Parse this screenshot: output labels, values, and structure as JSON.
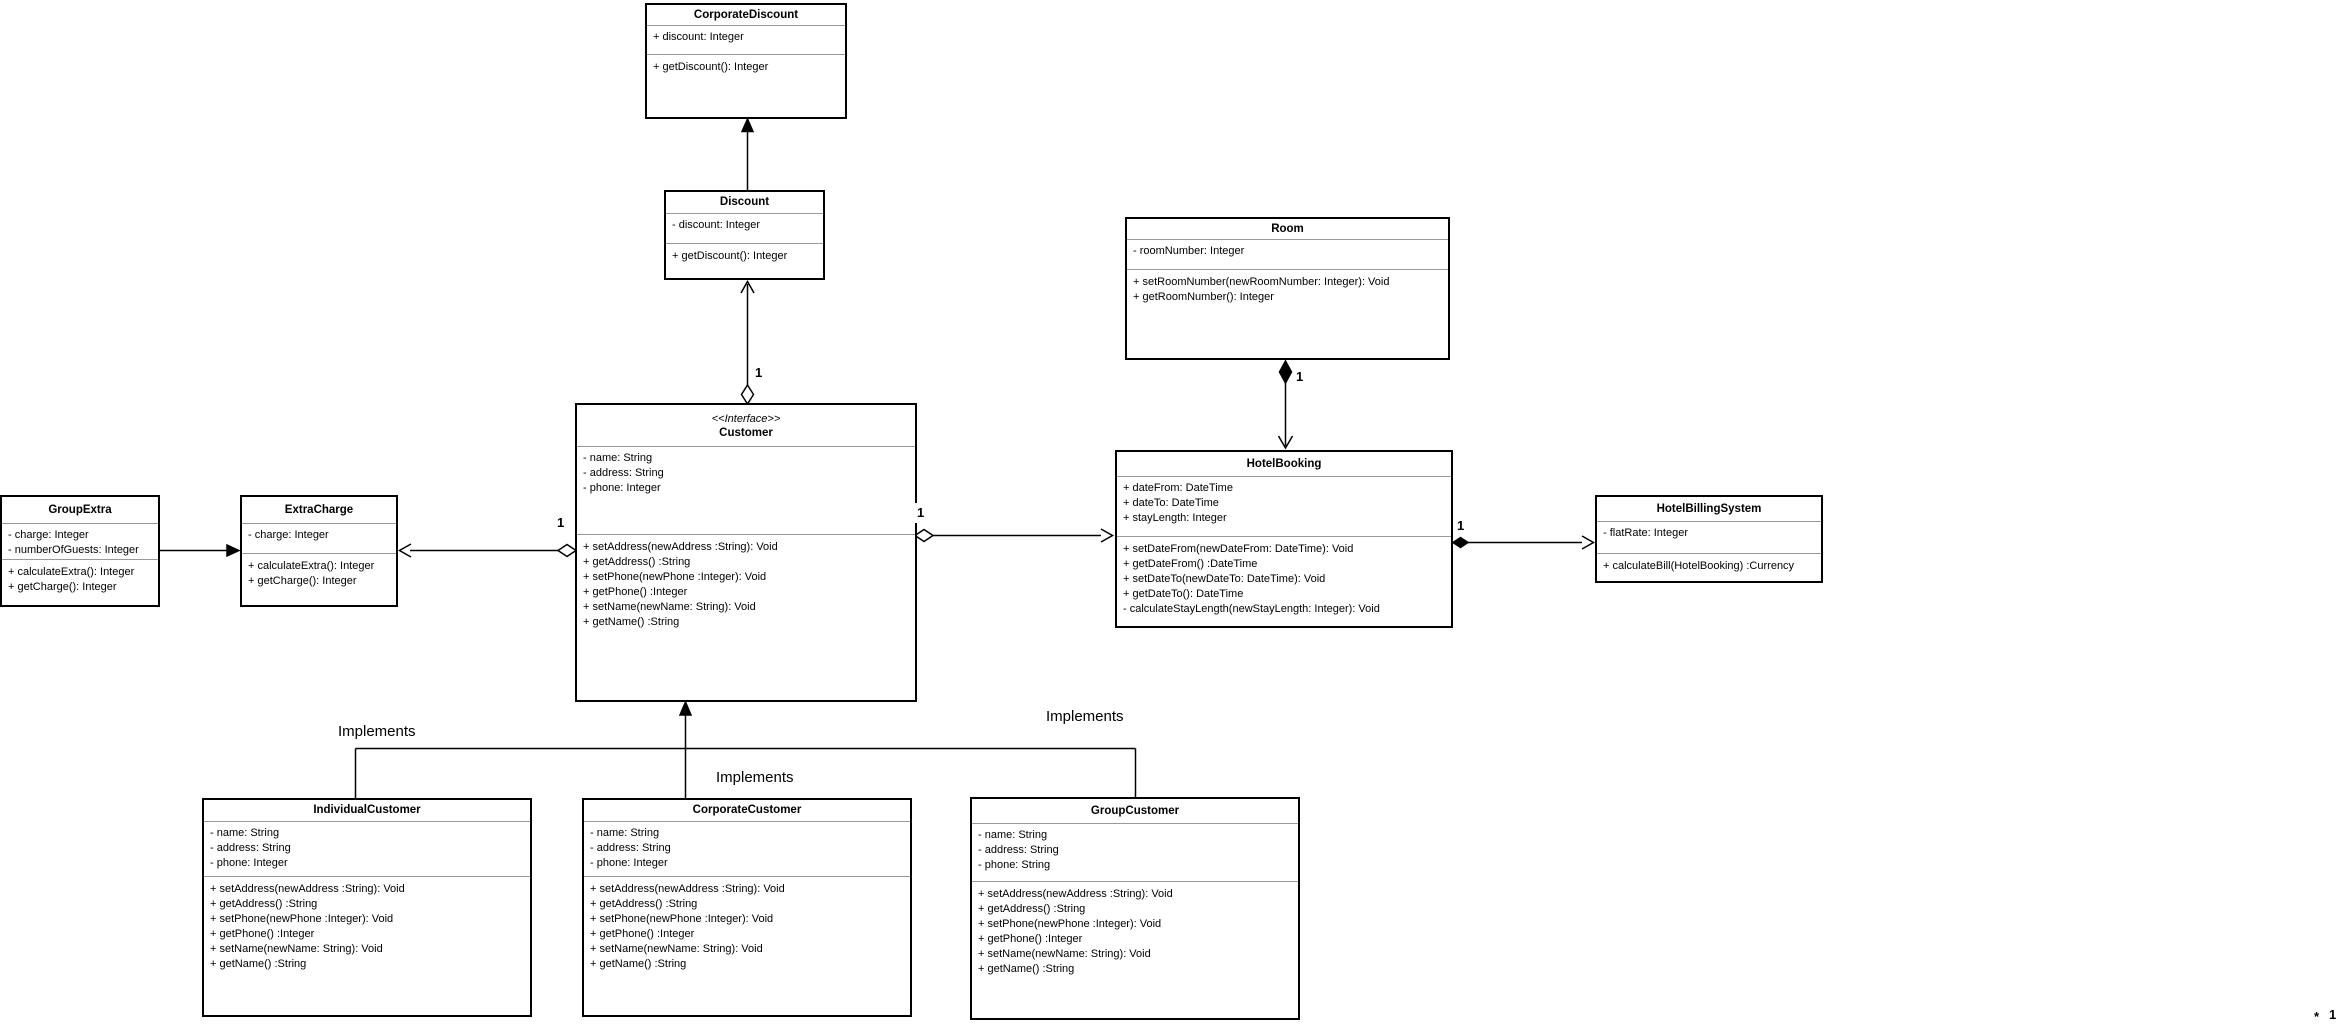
{
  "diagram": {
    "type": "uml-class-diagram",
    "colors": {
      "background": "#ffffff",
      "box_fill": "#ffffff",
      "border": "#000000",
      "separator": "#999999"
    },
    "classes": [
      {
        "id": "corporate-discount",
        "stereotype": "",
        "name": "CorporateDiscount",
        "attributes": [
          "+ discount: Integer"
        ],
        "methods": [
          "+ getDiscount(): Integer"
        ]
      },
      {
        "id": "discount",
        "stereotype": "",
        "name": "Discount",
        "attributes": [
          "- discount: Integer"
        ],
        "methods": [
          "+ getDiscount(): Integer"
        ]
      },
      {
        "id": "customer",
        "stereotype": "<<Interface>>",
        "name": "Customer",
        "attributes": [
          "- name: String",
          "- address: String",
          "- phone: Integer"
        ],
        "methods": [
          "+ setAddress(newAddress :String): Void",
          "+ getAddress() :String",
          "+ setPhone(newPhone :Integer): Void",
          "+ getPhone() :Integer",
          "+ setName(newName: String): Void",
          "+ getName() :String"
        ]
      },
      {
        "id": "room",
        "stereotype": "",
        "name": "Room",
        "attributes": [
          "- roomNumber: Integer"
        ],
        "methods": [
          "+ setRoomNumber(newRoomNumber: Integer): Void",
          "+ getRoomNumber(): Integer"
        ]
      },
      {
        "id": "hotel-booking",
        "stereotype": "",
        "name": "HotelBooking",
        "attributes": [
          "+ dateFrom: DateTime",
          "+ dateTo: DateTime",
          "+ stayLength: Integer"
        ],
        "methods": [
          "+ setDateFrom(newDateFrom: DateTime): Void",
          "+ getDateFrom() :DateTime",
          "+ setDateTo(newDateTo: DateTime): Void",
          "+ getDateTo(): DateTime",
          "- calculateStayLength(newStayLength: Integer): Void"
        ]
      },
      {
        "id": "hotel-billing-system",
        "stereotype": "",
        "name": "HotelBillingSystem",
        "attributes": [
          "- flatRate: Integer"
        ],
        "methods": [
          "+ calculateBill(HotelBooking) :Currency"
        ]
      },
      {
        "id": "group-extra",
        "stereotype": "",
        "name": "GroupExtra",
        "attributes": [
          "- charge: Integer",
          "- numberOfGuests: Integer"
        ],
        "methods": [
          "+ calculateExtra(): Integer",
          "+ getCharge(): Integer"
        ]
      },
      {
        "id": "extra-charge",
        "stereotype": "",
        "name": "ExtraCharge",
        "attributes": [
          "- charge: Integer"
        ],
        "methods": [
          "+ calculateExtra(): Integer",
          "+ getCharge(): Integer"
        ]
      },
      {
        "id": "individual-customer",
        "stereotype": "",
        "name": "IndividualCustomer",
        "attributes": [
          "- name: String",
          "- address: String",
          "- phone: Integer"
        ],
        "methods": [
          "+ setAddress(newAddress :String): Void",
          "+ getAddress() :String",
          "+ setPhone(newPhone :Integer): Void",
          "+ getPhone() :Integer",
          "+ setName(newName: String): Void",
          "+ getName() :String"
        ]
      },
      {
        "id": "corporate-customer",
        "stereotype": "",
        "name": "CorporateCustomer",
        "attributes": [
          "- name: String",
          "- address: String",
          "- phone: Integer"
        ],
        "methods": [
          "+ setAddress(newAddress :String): Void",
          "+ getAddress() :String",
          "+ setPhone(newPhone :Integer): Void",
          "+ getPhone() :Integer",
          "+ setName(newName: String): Void",
          "+ getName() :String"
        ]
      },
      {
        "id": "group-customer",
        "stereotype": "",
        "name": "GroupCustomer",
        "attributes": [
          "- name: String",
          "- address: String",
          "- phone: String"
        ],
        "methods": [
          "+ setAddress(newAddress :String): Void",
          "+ getAddress() :String",
          "+ setPhone(newPhone :Integer): Void",
          "+ getPhone() :Integer",
          "+ setName(newName: String): Void",
          "+ getName() :String"
        ]
      }
    ],
    "labels": {
      "mult_customer_discount": "1",
      "mult_customer_extracharge": "1",
      "mult_customer_hotelbooking": "1",
      "mult_room_hotelbooking": "1",
      "mult_hotelbooking_billing": "1",
      "implements_left": "Implements",
      "implements_middle": "Implements",
      "implements_right": "Implements",
      "corner_star": "*",
      "corner_one": "1"
    },
    "relationships": [
      {
        "from": "discount",
        "to": "corporate-discount",
        "kind": "generalization"
      },
      {
        "from": "customer",
        "to": "discount",
        "kind": "aggregation",
        "multiplicity": "1"
      },
      {
        "from": "customer",
        "to": "extra-charge",
        "kind": "aggregation",
        "multiplicity": "1"
      },
      {
        "from": "group-extra",
        "to": "extra-charge",
        "kind": "association"
      },
      {
        "from": "customer",
        "to": "hotel-booking",
        "kind": "aggregation",
        "multiplicity": "1"
      },
      {
        "from": "room",
        "to": "hotel-booking",
        "kind": "composition",
        "multiplicity": "1"
      },
      {
        "from": "hotel-booking",
        "to": "hotel-billing-system",
        "kind": "composition",
        "multiplicity": "1"
      },
      {
        "from": "individual-customer",
        "to": "customer",
        "kind": "implements"
      },
      {
        "from": "corporate-customer",
        "to": "customer",
        "kind": "implements"
      },
      {
        "from": "group-customer",
        "to": "customer",
        "kind": "implements"
      }
    ]
  }
}
